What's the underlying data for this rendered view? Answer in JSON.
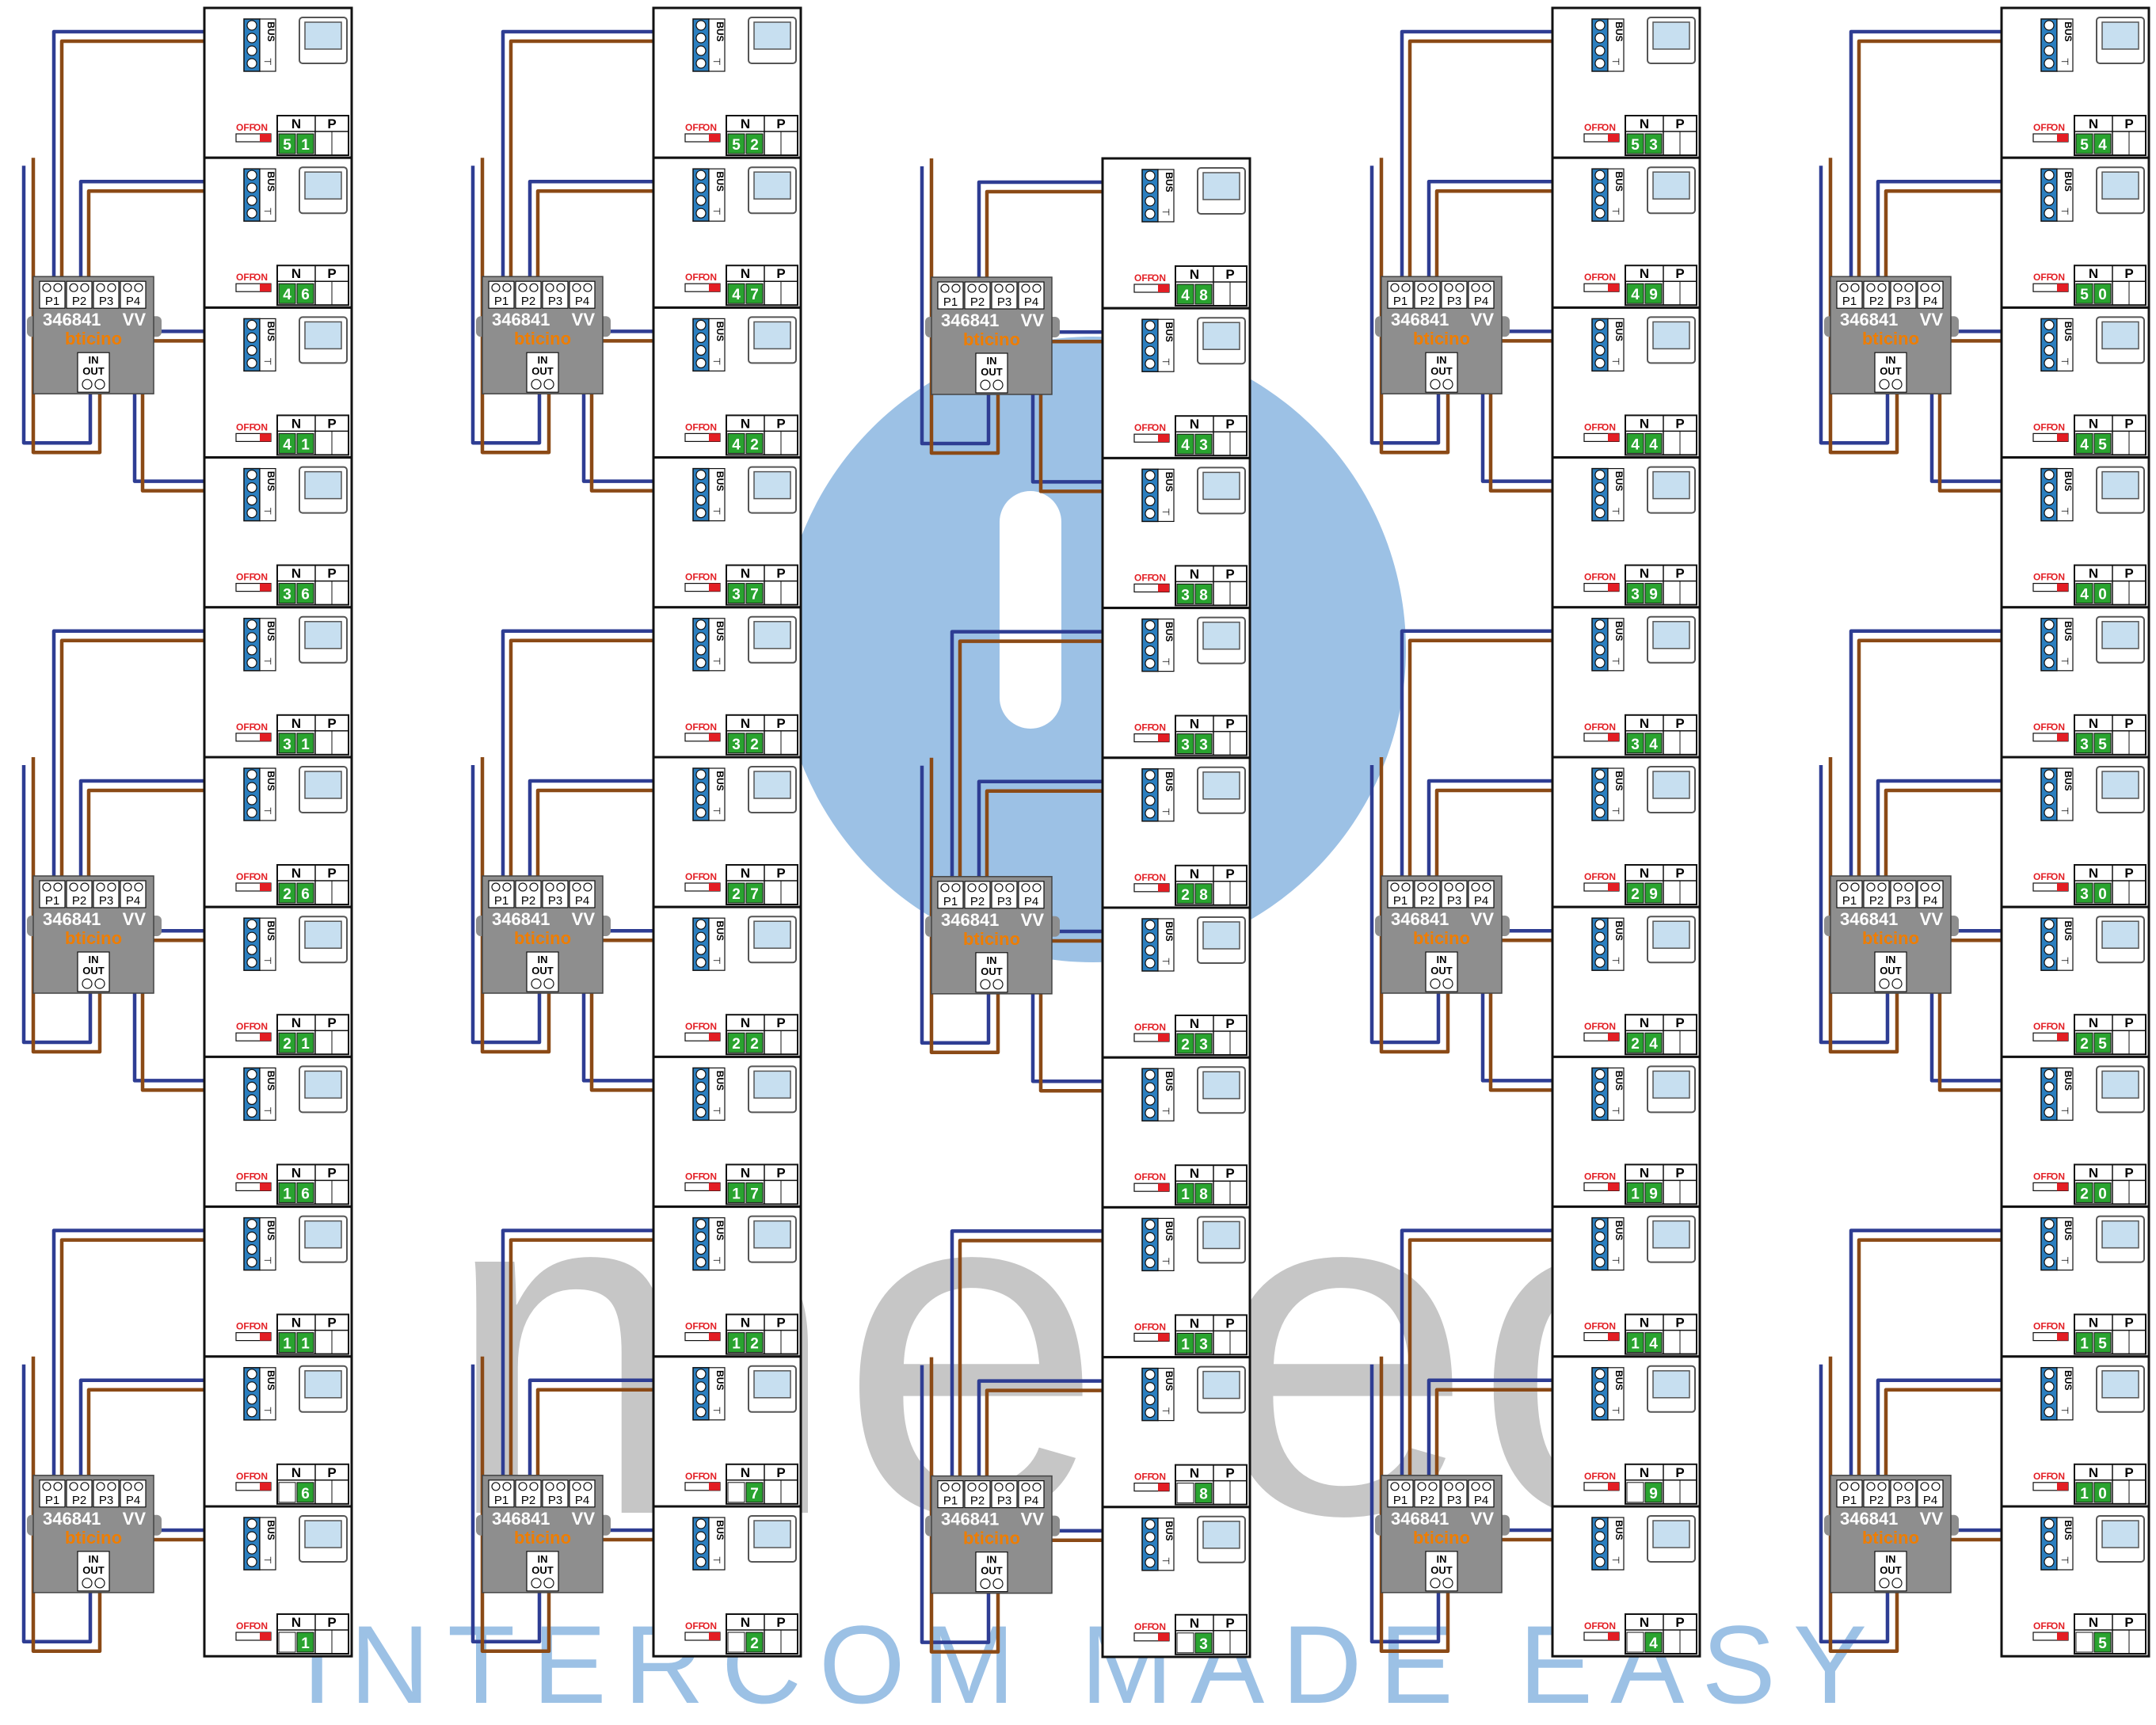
{
  "labels": {
    "bus": "BUS",
    "off": "OFF",
    "on": "ON",
    "n": "N",
    "p": "P",
    "p1": "P1",
    "p2": "P2",
    "p3": "P3",
    "p4": "P4",
    "in": "IN",
    "out": "OUT",
    "vv": "VV",
    "module_code": "346841",
    "module_brand": "bticino"
  },
  "watermark": {
    "logo_text": "melec",
    "tagline": "INTERCOM MADE EASY"
  },
  "colors": {
    "wire_blue": "#2e3d93",
    "wire_brown": "#8b4a16",
    "wire_gray": "#7a7a86",
    "terminal_blue": "#2b7fc0",
    "dip_green": "#29a32f",
    "switch_red": "#e31e24",
    "module_gray": "#8e8e8e",
    "brand_orange": "#ef7d00",
    "logo_blue": "#9cc1e5",
    "logo_gray": "#c6c6c6"
  },
  "columns": [
    {
      "id": "col1",
      "units": [
        "51",
        "46",
        "41",
        "36",
        "31",
        "26",
        "21",
        "16",
        "11",
        "6",
        "1"
      ],
      "modules": [
        1,
        5,
        9
      ]
    },
    {
      "id": "col2",
      "units": [
        "52",
        "47",
        "42",
        "37",
        "32",
        "27",
        "22",
        "17",
        "12",
        "7",
        "2"
      ],
      "modules": [
        1,
        5,
        9
      ]
    },
    {
      "id": "col3",
      "units": [
        "48",
        "43",
        "38",
        "33",
        "28",
        "23",
        "18",
        "13",
        "8",
        "3"
      ],
      "modules": [
        0,
        4,
        8
      ]
    },
    {
      "id": "col4",
      "units": [
        "53",
        "49",
        "44",
        "39",
        "34",
        "29",
        "24",
        "19",
        "14",
        "9",
        "4"
      ],
      "modules": [
        1,
        5,
        9
      ]
    },
    {
      "id": "col5",
      "units": [
        "54",
        "50",
        "45",
        "40",
        "35",
        "30",
        "25",
        "20",
        "15",
        "10",
        "5"
      ],
      "modules": [
        1,
        5,
        9
      ]
    }
  ]
}
